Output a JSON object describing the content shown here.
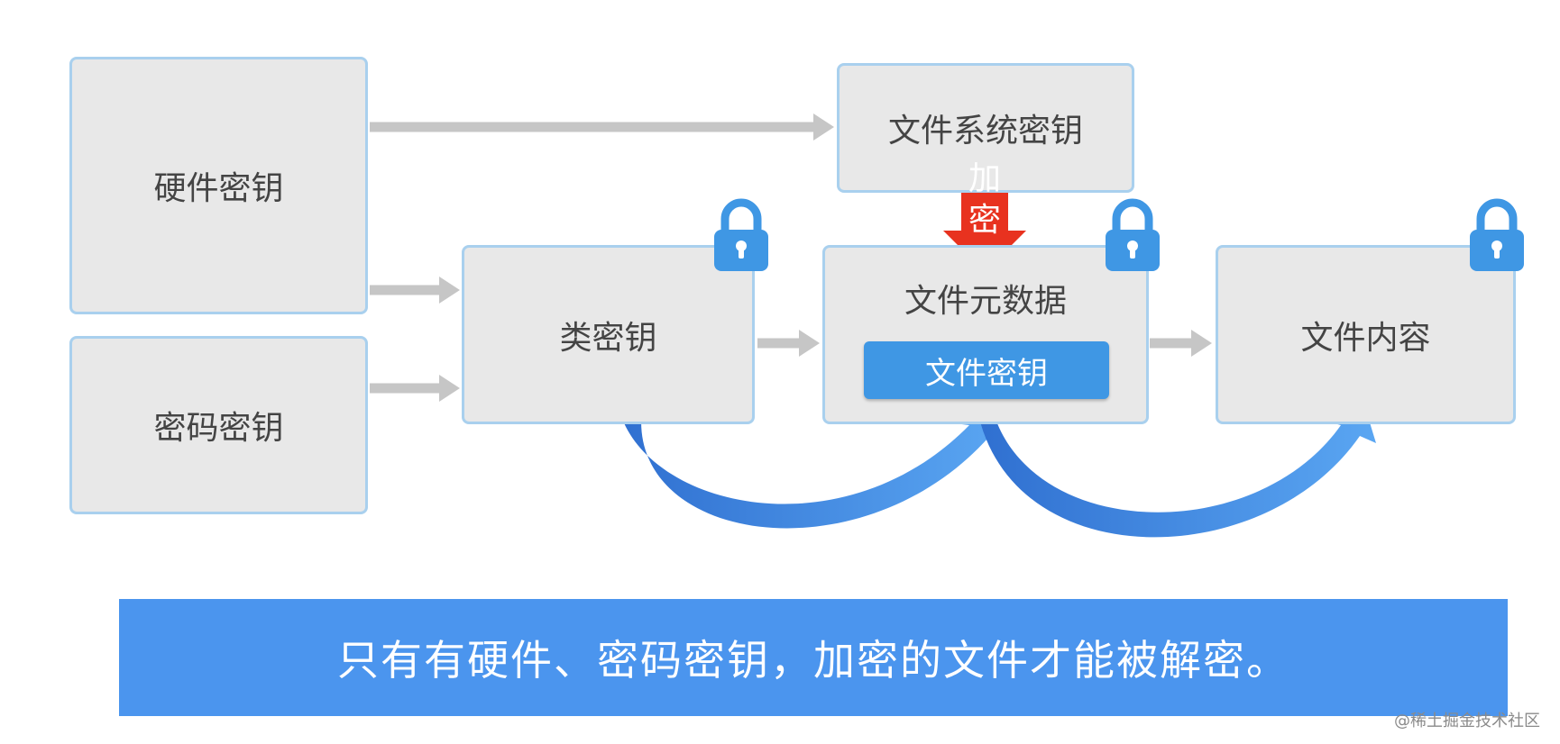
{
  "nodes": {
    "hardware_key": "硬件密钥",
    "password_key": "密码密钥",
    "filesystem_key": "文件系统密钥",
    "class_key": "类密钥",
    "file_metadata": "文件元数据",
    "file_key": "文件密钥",
    "file_content": "文件内容"
  },
  "encrypt_label": [
    "加",
    "密"
  ],
  "banner": "只有有硬件、密码密钥，加密的文件才能被解密。",
  "watermark": "@稀土掘金技术社区",
  "colors": {
    "box_fill": "#e8e8e8",
    "box_border": "#a9d0ee",
    "arrow_gray": "#c6c6c6",
    "accent_blue": "#3f97e4",
    "encrypt_red": "#e8321f",
    "banner_blue": "#4b95ee"
  },
  "icons": [
    "lock-icon",
    "lock-icon",
    "lock-icon",
    "cursor-icon"
  ]
}
